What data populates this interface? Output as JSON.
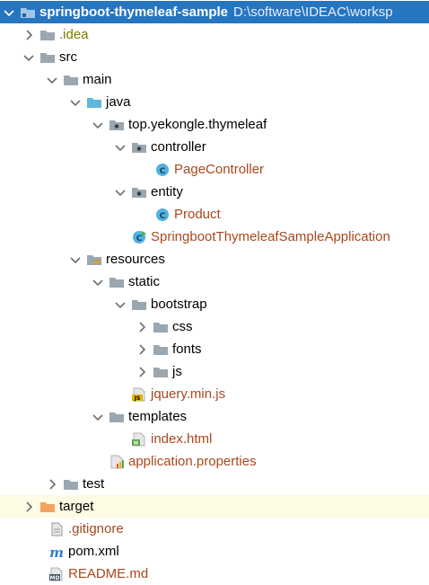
{
  "project": {
    "name": "springboot-thymeleaf-sample",
    "path": "D:\\software\\IDEAC\\worksp"
  },
  "nodes": {
    "idea": ".idea",
    "src": "src",
    "main": "main",
    "java": "java",
    "package": "top.yekongle.thymeleaf",
    "controller": "controller",
    "page_controller": "PageController",
    "entity": "entity",
    "product": "Product",
    "application_class": "SpringbootThymeleafSampleApplication",
    "resources": "resources",
    "static": "static",
    "bootstrap": "bootstrap",
    "css": "css",
    "fonts": "fonts",
    "js": "js",
    "jquery": "jquery.min.js",
    "templates": "templates",
    "index_html": "index.html",
    "app_props": "application.properties",
    "test": "test",
    "target": "target",
    "gitignore": ".gitignore",
    "pom": "pom.xml",
    "readme": "README.md"
  },
  "colors": {
    "selection": "#2675bf",
    "folder": "#9aa7b0",
    "source_folder": "#5fb7e0",
    "target_folder": "#f4a261",
    "class_icon": "#4fb3e0",
    "modified_text": "#a8481d"
  }
}
